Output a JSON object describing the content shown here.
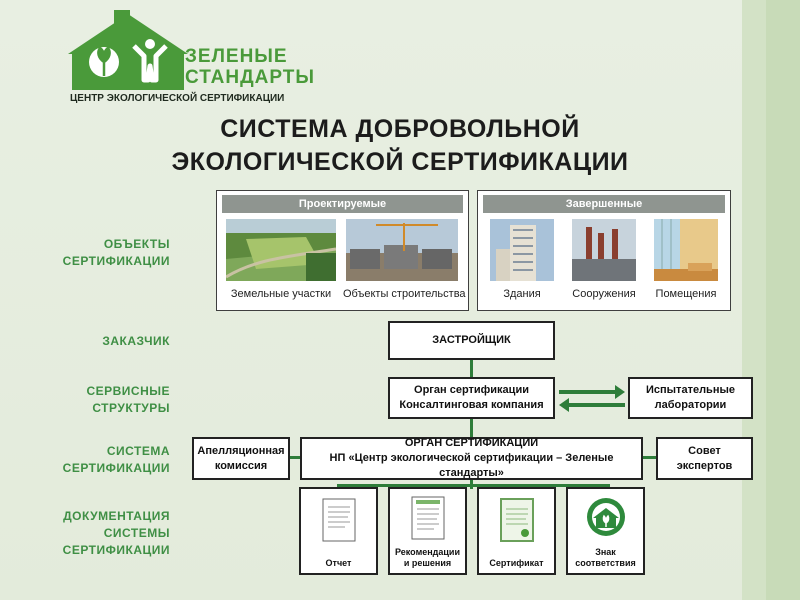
{
  "logo": {
    "name_line1": "ЗЕЛЕНЫЕ",
    "name_line2": "СТАНДАРТЫ",
    "subtitle": "ЦЕНТР ЭКОЛОГИЧЕСКОЙ СЕРТИФИКАЦИИ"
  },
  "title": {
    "line1": "СИСТЕМА ДОБРОВОЛЬНОЙ",
    "line2": "ЭКОЛОГИЧЕСКОЙ СЕРТИФИКАЦИИ"
  },
  "labels": {
    "objects": [
      "ОБЪЕКТЫ",
      "СЕРТИФИКАЦИИ"
    ],
    "customer": [
      "ЗАКАЗЧИК"
    ],
    "services": [
      "СЕРВИСНЫЕ",
      "СТРУКТУРЫ"
    ],
    "system": [
      "СИСТЕМА",
      "СЕРТИФИКАЦИИ"
    ],
    "documentation": [
      "ДОКУМЕНТАЦИЯ",
      "СИСТЕМЫ",
      "СЕРТИФИКАЦИИ"
    ]
  },
  "groups": {
    "designed": {
      "header": "Проектируемые",
      "items": [
        "Земельные участки",
        "Объекты строительства"
      ]
    },
    "completed": {
      "header": "Завершенные",
      "items": [
        "Здания",
        "Сооружения",
        "Помещения"
      ]
    }
  },
  "boxes": {
    "developer": "ЗАСТРОЙЩИК",
    "cert_body": [
      "Орган сертификации",
      "Консалтинговая компания"
    ],
    "labs": [
      "Испытательные",
      "лаборатории"
    ],
    "appeal": [
      "Апелляционная",
      "комиссия"
    ],
    "main_body": [
      "ОРГАН СЕРТИФИКАЦИИ",
      "НП «Центр экологической сертификации – Зеленые стандарты»"
    ],
    "experts": [
      "Совет",
      "экспертов"
    ]
  },
  "docs": [
    [
      "Отчет"
    ],
    [
      "Рекомендации",
      "и решения"
    ],
    [
      "Сертификат"
    ],
    [
      "Знак",
      "соответствия"
    ]
  ],
  "colors": {
    "brand_green": "#4a9a3a",
    "dark_green": "#2e7d3a",
    "label_green": "#3f8f45",
    "background": "#e4ecdc"
  }
}
